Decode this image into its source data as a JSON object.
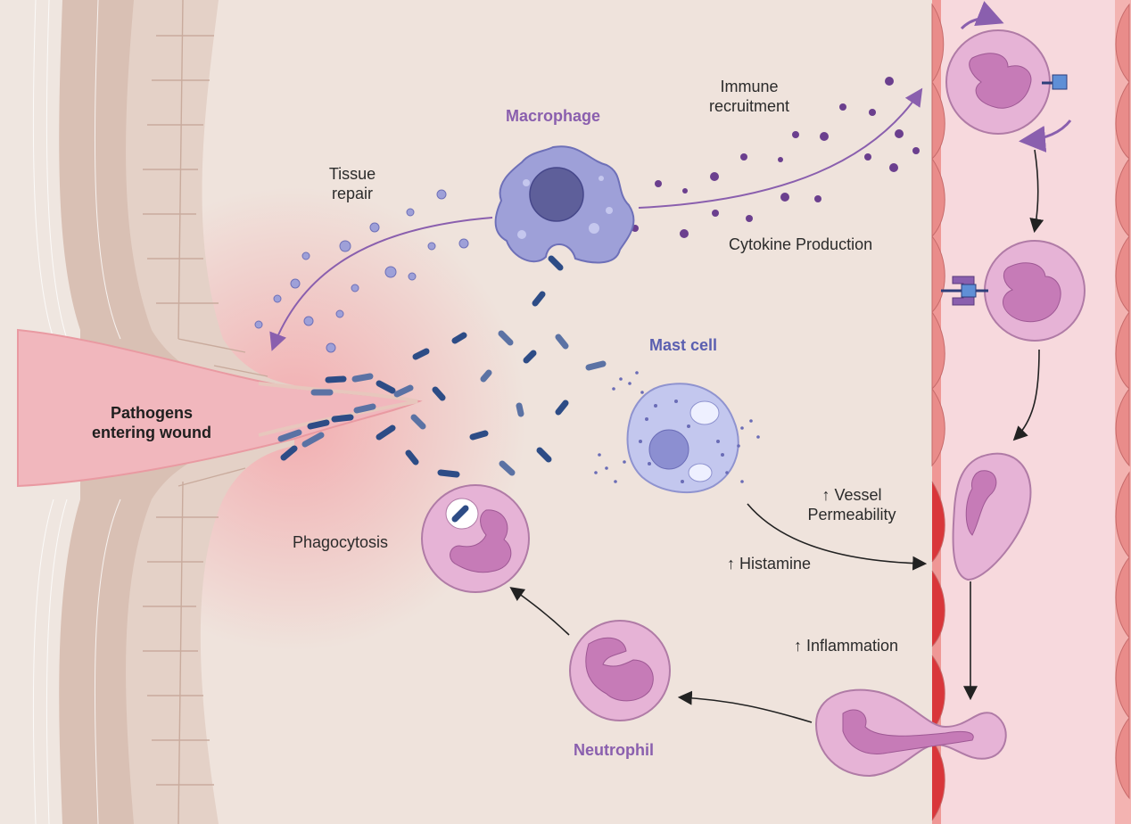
{
  "labels": {
    "pathogens": "Pathogens\nentering wound",
    "macrophage": "Macrophage",
    "tissue_repair": "Tissue\nrepair",
    "immune_recruitment": "Immune\nrecruitment",
    "cytokine": "Cytokine Production",
    "mast_cell": "Mast cell",
    "phagocytosis": "Phagocytosis",
    "vessel_permeability": "↑ Vessel\nPermeability",
    "histamine": "↑ Histamine",
    "inflammation": "↑ Inflammation",
    "neutrophil": "Neutrophil"
  },
  "colors": {
    "tissue_bg": "#efe3dc",
    "skin": "#e4d1c7",
    "wound": "#f1b7bd",
    "vessel": "#f7d9dd",
    "endothelial": "#e98c8a",
    "neutrophil": "#e6b3d6",
    "nucleus": "#c67bb7",
    "macrophage": "#9ea0d8",
    "mast_cell": "#c3c7ee",
    "bacteria": "#2d4c86",
    "arrow": "#8a5fae"
  }
}
